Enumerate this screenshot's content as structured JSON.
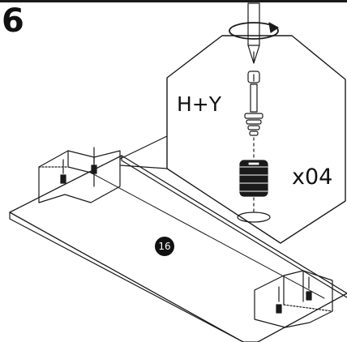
{
  "step": {
    "number": "6"
  },
  "callout": {
    "part_code": "H+Y",
    "quantity": "x04"
  },
  "panel": {
    "label": "16"
  },
  "icons": {
    "screwdriver": "screwdriver-icon",
    "rotation": "rotation-arrow-icon",
    "bolt": "cam-bolt-icon",
    "dowel": "cam-dowel-icon"
  },
  "colors": {
    "ink": "#111111",
    "paper": "#ffffff"
  }
}
